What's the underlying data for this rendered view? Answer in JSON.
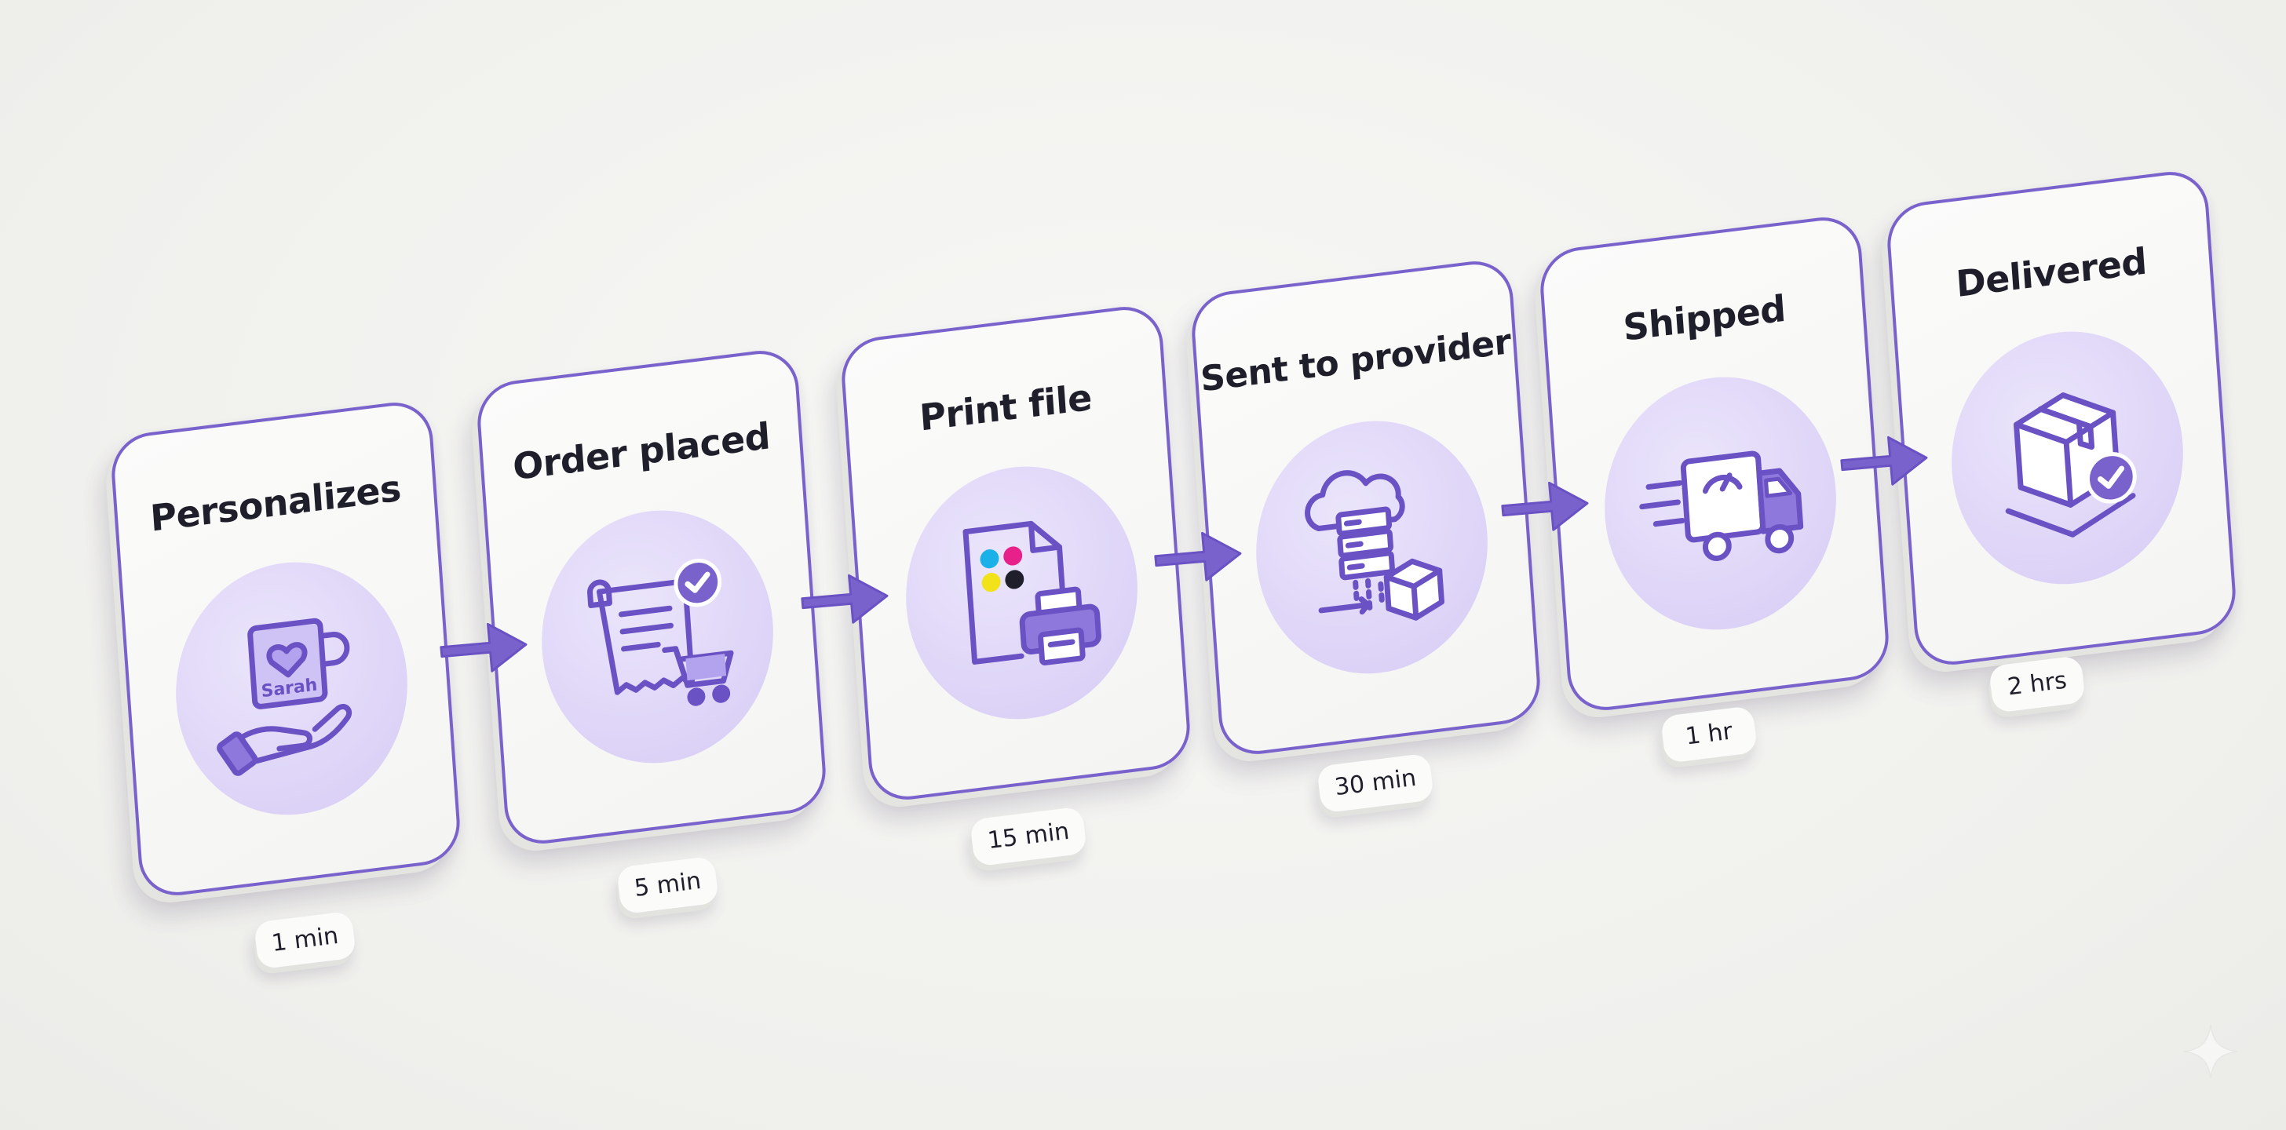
{
  "steps": [
    {
      "title": "Personalizes",
      "icon": "mug-hand-icon",
      "duration": "1 min",
      "mug_text": "Sarah"
    },
    {
      "title": "Order placed",
      "icon": "receipt-cart-check-icon",
      "duration": "5 min"
    },
    {
      "title": "Print file",
      "icon": "file-printer-icon",
      "duration": "15 min"
    },
    {
      "title": "Sent to provider",
      "icon": "cloud-server-box-icon",
      "duration": "30 min"
    },
    {
      "title": "Shipped",
      "icon": "delivery-truck-icon",
      "duration": "1 hr"
    },
    {
      "title": "Delivered",
      "icon": "package-check-icon",
      "duration": "2 hrs"
    }
  ],
  "colors": {
    "accent": "#7a62cc",
    "icon_stroke": "#6a52c4",
    "disc": "#ddd3f7",
    "card": "#f8f8f6",
    "text": "#1f1f2b"
  },
  "watermark_icon": "sparkle-icon"
}
